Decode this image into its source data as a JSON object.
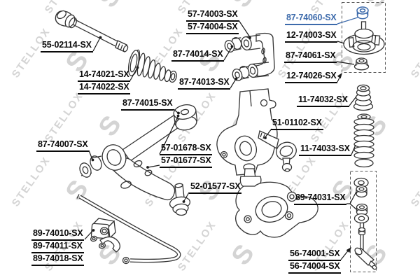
{
  "diagram": {
    "type": "exploded-parts-diagram",
    "subject": "front suspension and steering parts catalog drawing",
    "background": "#ffffff",
    "line_color": "#333333",
    "label_color": "#0a0a0a",
    "highlight_color": "#3c6aab",
    "watermark": {
      "logo_letter": "S",
      "logo_text": "STELLOX",
      "color": "#d4d4d4"
    }
  },
  "labels": [
    {
      "text": "57-74003-SX",
      "highlighted": false
    },
    {
      "text": "57-74004-SX",
      "highlighted": false
    },
    {
      "text": "87-74060-SX",
      "highlighted": true
    },
    {
      "text": "55-02114-SX",
      "highlighted": false
    },
    {
      "text": "12-74003-SX",
      "highlighted": false
    },
    {
      "text": "87-74014-SX",
      "highlighted": false
    },
    {
      "text": "87-74061-SX",
      "highlighted": false
    },
    {
      "text": "14-74021-SX",
      "highlighted": false
    },
    {
      "text": "14-74022-SX",
      "highlighted": false
    },
    {
      "text": "12-74026-SX",
      "highlighted": false
    },
    {
      "text": "87-74013-SX",
      "highlighted": false
    },
    {
      "text": "11-74032-SX",
      "highlighted": false
    },
    {
      "text": "87-74015-SX",
      "highlighted": false
    },
    {
      "text": "51-01102-SX",
      "highlighted": false
    },
    {
      "text": "87-74007-SX",
      "highlighted": false
    },
    {
      "text": "11-74033-SX",
      "highlighted": false
    },
    {
      "text": "57-01678-SX",
      "highlighted": false
    },
    {
      "text": "57-01677-SX",
      "highlighted": false
    },
    {
      "text": "52-01577-SX",
      "highlighted": false
    },
    {
      "text": "89-74031-SX",
      "highlighted": false
    },
    {
      "text": "89-74010-SX",
      "highlighted": false
    },
    {
      "text": "89-74011-SX",
      "highlighted": false
    },
    {
      "text": "89-74018-SX",
      "highlighted": false
    },
    {
      "text": "56-74001-SX",
      "highlighted": false
    },
    {
      "text": "56-74004-SX",
      "highlighted": false
    }
  ]
}
